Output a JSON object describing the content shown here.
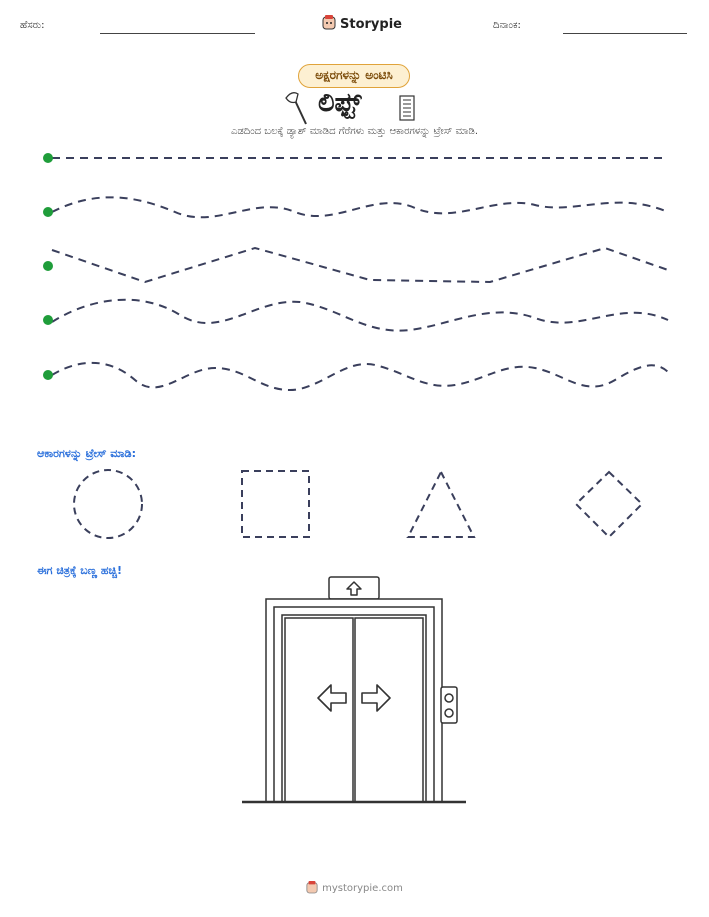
{
  "header": {
    "name_label": "ಹೆಸರು:",
    "brand": "Storypie",
    "date_label": "ದಿನಾಂಕ:"
  },
  "title_pill": "ಅಕ್ಷರಗಳನ್ನು ಅಂಟಿಸಿ",
  "title": "ಲಿಫ್ಟ್",
  "instruction": "ಎಡದಿಂದ ಬಲಕ್ಕೆ ಡ್ಯಾಶ್ ಮಾಡಿದ ಗೆರೆಗಳು ಮತ್ತು ಆಕಾರಗಳನ್ನು ಟ್ರೇಸ್ ಮಾಡಿ.",
  "section_shapes": "ಆಕಾರಗಳನ್ನು ಟ್ರೇಸ್ ಮಾಡಿ:",
  "section_color": "ಈಗ ಚಿತ್ರಕ್ಕೆ ಬಣ್ಣ ಹಚ್ಚಿ!",
  "footer": "mystorypie.com",
  "colors": {
    "dot": "#1f9d3a",
    "dash": "#3a3f5c",
    "accent": "#2a6fdb",
    "pill_border": "#e0a33a"
  },
  "trace_lines": [
    "straight",
    "wave",
    "zigzag",
    "wave",
    "wave"
  ],
  "shapes": [
    "circle",
    "square",
    "triangle",
    "diamond"
  ],
  "icons": [
    "storypie-logo-icon",
    "axe-icon",
    "building-icon",
    "elevator-up-arrow-icon",
    "elevator-left-arrow-icon",
    "elevator-right-arrow-icon"
  ]
}
